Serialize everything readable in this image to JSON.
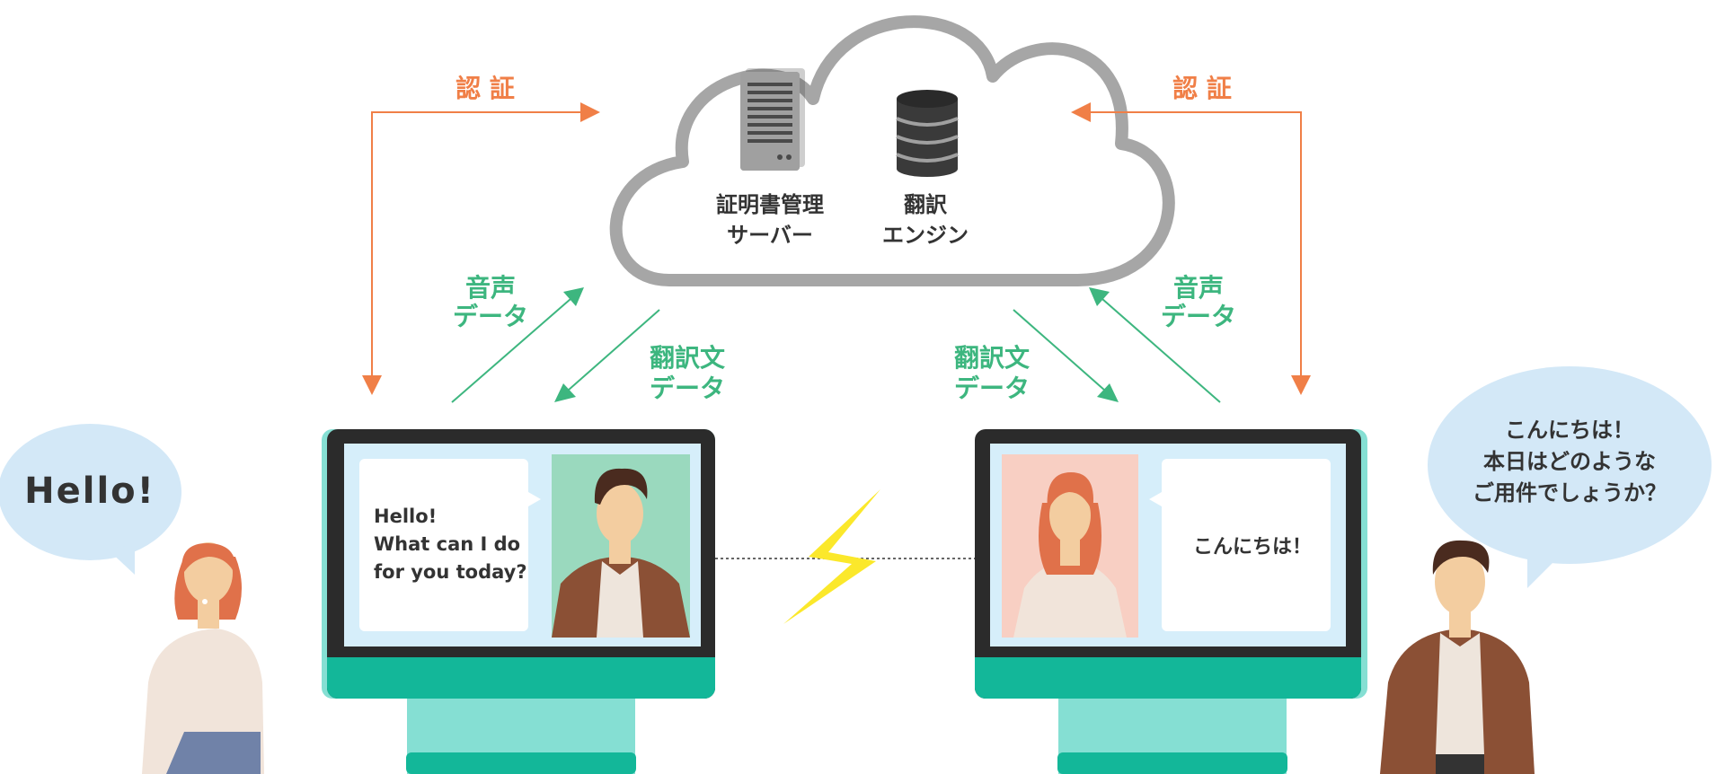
{
  "colors": {
    "auth_arrow": "#F07F47",
    "data_arrow": "#3DB67F",
    "cloud_stroke": "#A6A6A6",
    "monitor_frame": "#2B2B2B",
    "monitor_base": "#13B799",
    "monitor_stand": "#85DFD3",
    "screen_bg": "#D6EEFA",
    "speech_bubble": "#D3E8F7",
    "lightning": "#FBE82B",
    "text_dark": "#333333"
  },
  "cloud": {
    "server_label_line1": "証明書管理",
    "server_label_line2": "サーバー",
    "engine_label_line1": "翻訳",
    "engine_label_line2": "エンジン"
  },
  "arrows": {
    "auth_left": "認 証",
    "auth_right": "認 証",
    "voice_left_line1": "音声",
    "voice_left_line2": "データ",
    "voice_right_line1": "音声",
    "voice_right_line2": "データ",
    "translated_left_line1": "翻訳文",
    "translated_left_line2": "データ",
    "translated_right_line1": "翻訳文",
    "translated_right_line2": "データ"
  },
  "left_monitor": {
    "message_line1": "Hello!",
    "message_line2": "What can I do",
    "message_line3": "for you today?"
  },
  "right_monitor": {
    "message": "こんにちは！"
  },
  "speech": {
    "left": "Hello!",
    "right_line1": "こんにちは！",
    "right_line2": "本日はどのような",
    "right_line3": "ご用件でしょうか？"
  }
}
